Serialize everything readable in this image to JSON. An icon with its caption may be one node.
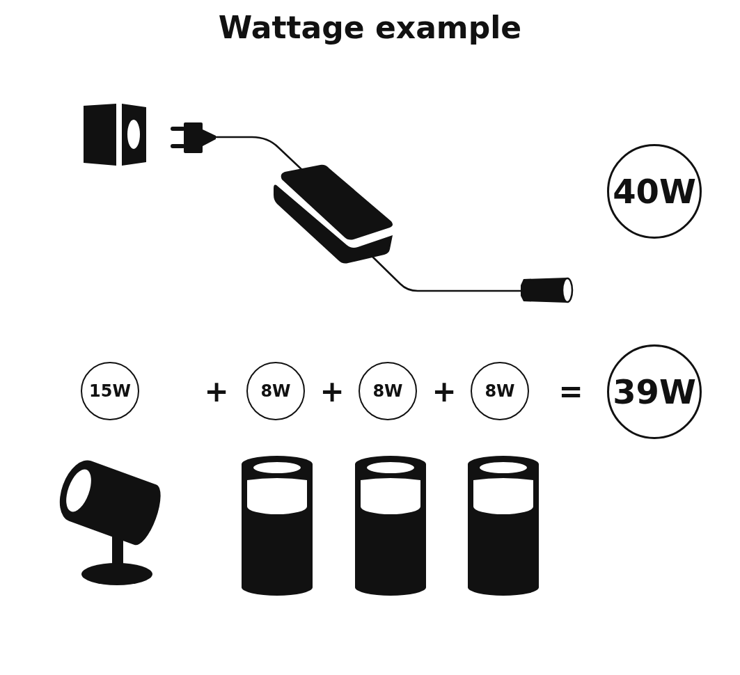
{
  "diagram": {
    "title": "Wattage example",
    "nodes": [
      {
        "text": [
          "40W"
        ]
      },
      {
        "text": [
          "15W"
        ]
      },
      {
        "text": [
          "8W"
        ]
      },
      {
        "text": [
          "8W"
        ]
      },
      {
        "text": [
          "8W"
        ]
      },
      {
        "text": [
          "39W"
        ]
      }
    ],
    "labels": [
      "+",
      "+",
      "+",
      "="
    ]
  }
}
